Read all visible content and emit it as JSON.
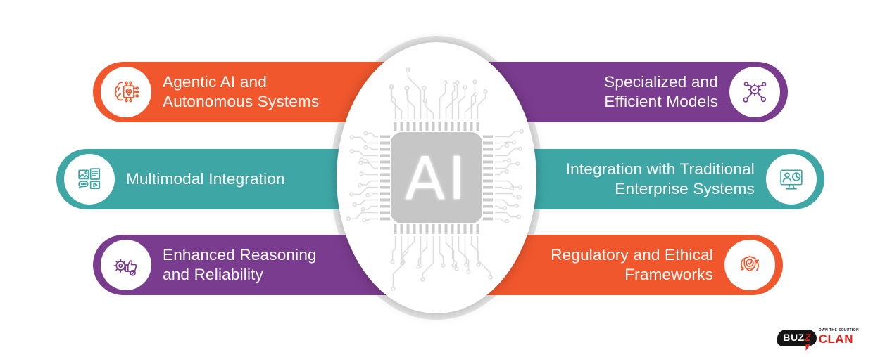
{
  "palette": {
    "orange": "#F1572D",
    "teal": "#3EA7A6",
    "purple": "#7A3C8E",
    "ring_gray": "#E6E6E6",
    "chip_gray": "#C6C6C6",
    "trace_gray": "#DEDEDE",
    "logo_red": "#E8201A",
    "logo_black": "#141414"
  },
  "center": {
    "chip_label": "AI"
  },
  "pills": [
    {
      "id": "agentic-ai",
      "line1": "Agentic AI and",
      "line2": "Autonomous Systems",
      "side": "left",
      "icon": "brain-chip-icon"
    },
    {
      "id": "multimodal",
      "line1": "Multimodal Integration",
      "side": "left",
      "icon": "multimodal-media-icon"
    },
    {
      "id": "reasoning",
      "line1": "Enhanced Reasoning",
      "line2": "and Reliability",
      "side": "left",
      "icon": "gear-thumbs-up-icon"
    },
    {
      "id": "specialized",
      "line1": "Specialized and",
      "line2": "Efficient Models",
      "side": "right",
      "icon": "gear-network-icon"
    },
    {
      "id": "integration",
      "line1": "Integration with Traditional",
      "line2": "Enterprise Systems",
      "side": "right",
      "icon": "enterprise-monitor-icon"
    },
    {
      "id": "regulatory",
      "line1": "Regulatory and Ethical",
      "line2": "Frameworks",
      "side": "right",
      "icon": "shield-refresh-icon"
    }
  ],
  "logo": {
    "buzz_white": "BUZ",
    "buzz_red": "Z",
    "clan": "CLAN",
    "tagline": "OWN THE SOLUTION"
  }
}
